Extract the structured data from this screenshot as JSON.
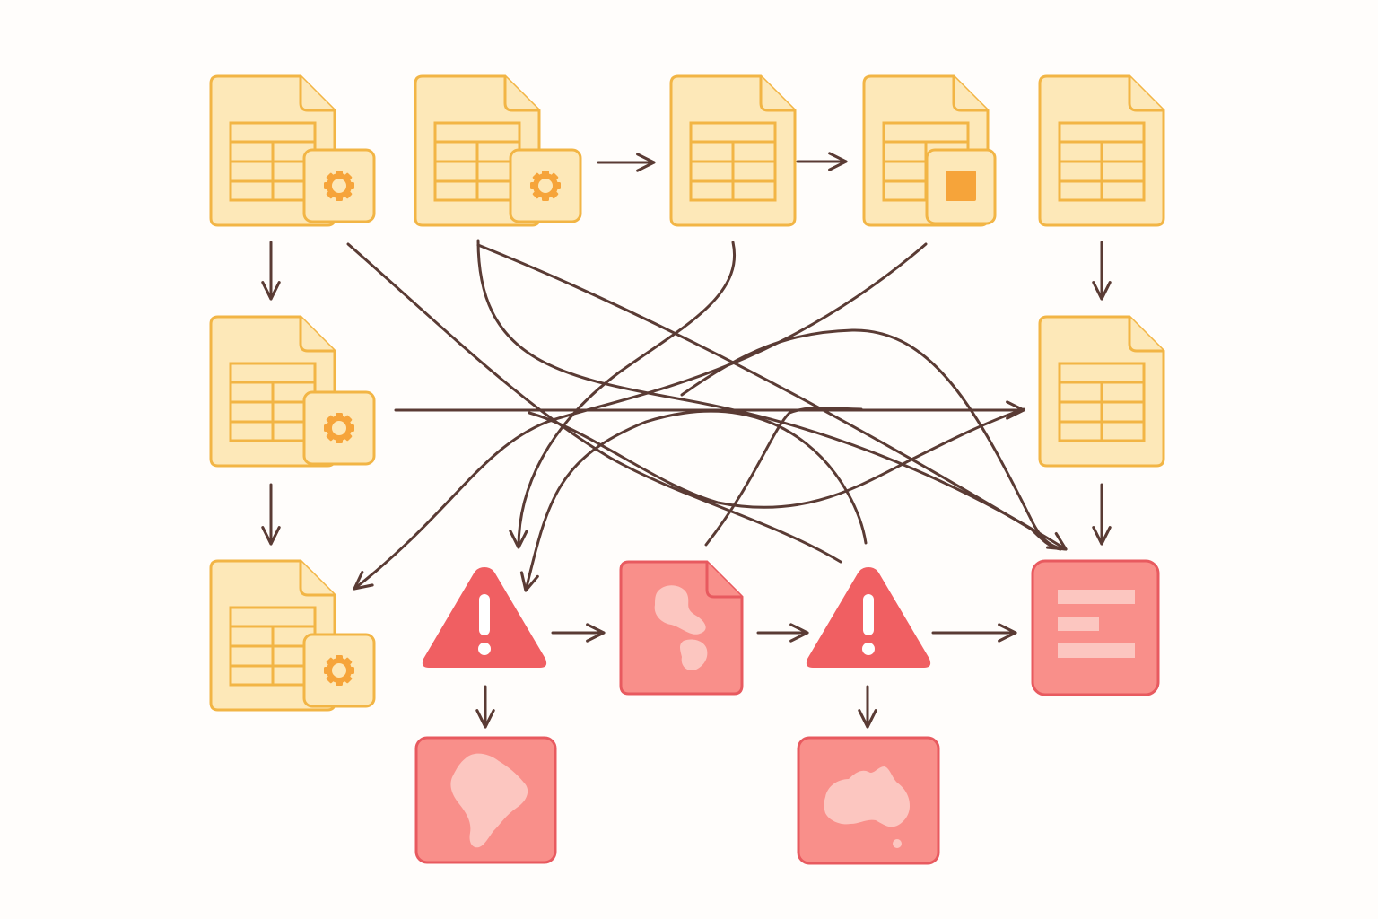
{
  "diagram": {
    "nodes": [
      {
        "id": "sheet-gear-1",
        "kind": "spreadsheet-gear",
        "status": "ok"
      },
      {
        "id": "sheet-gear-2",
        "kind": "spreadsheet-gear",
        "status": "ok"
      },
      {
        "id": "sheet-3",
        "kind": "spreadsheet",
        "status": "ok"
      },
      {
        "id": "sheet-block-4",
        "kind": "spreadsheet-block",
        "status": "ok"
      },
      {
        "id": "sheet-5",
        "kind": "spreadsheet",
        "status": "ok"
      },
      {
        "id": "sheet-gear-6",
        "kind": "spreadsheet-gear",
        "status": "ok"
      },
      {
        "id": "sheet-7",
        "kind": "spreadsheet",
        "status": "ok"
      },
      {
        "id": "sheet-gear-8",
        "kind": "spreadsheet-gear",
        "status": "ok"
      },
      {
        "id": "warning-1",
        "kind": "warning",
        "status": "error"
      },
      {
        "id": "map-file-1",
        "kind": "map-file",
        "status": "error"
      },
      {
        "id": "warning-2",
        "kind": "warning",
        "status": "error"
      },
      {
        "id": "report-1",
        "kind": "report",
        "status": "error"
      },
      {
        "id": "map-south-america",
        "kind": "map-south-america",
        "status": "error"
      },
      {
        "id": "map-australia",
        "kind": "map-australia",
        "status": "error"
      }
    ],
    "edges": [
      {
        "from": "sheet-gear-2",
        "to": "sheet-3"
      },
      {
        "from": "sheet-3",
        "to": "sheet-block-4"
      },
      {
        "from": "sheet-gear-1",
        "to": "sheet-gear-6"
      },
      {
        "from": "sheet-gear-6",
        "to": "sheet-gear-8"
      },
      {
        "from": "sheet-5",
        "to": "sheet-7"
      },
      {
        "from": "sheet-7",
        "to": "report-1"
      },
      {
        "from": "warning-1",
        "to": "map-file-1"
      },
      {
        "from": "map-file-1",
        "to": "warning-2"
      },
      {
        "from": "warning-2",
        "to": "report-1"
      },
      {
        "from": "warning-1",
        "to": "map-south-america"
      },
      {
        "from": "warning-2",
        "to": "map-australia"
      },
      {
        "from": "sheet-gear-6",
        "to": "sheet-7"
      },
      {
        "from": "sheet-3",
        "to": "warning-1"
      },
      {
        "from": "sheet-block-4",
        "to": "sheet-gear-8"
      },
      {
        "from": "sheet-gear-1",
        "to": "warning-2"
      },
      {
        "from": "sheet-gear-2",
        "to": "report-1"
      },
      {
        "from": "sheet-gear-2",
        "to": "report-1"
      },
      {
        "from": "warning-2",
        "to": "warning-1"
      },
      {
        "from": "map-file-1",
        "to": "sheet-7"
      }
    ]
  },
  "colors": {
    "sheet_fill": "#fde8b8",
    "sheet_stroke": "#f2b545",
    "sheet_accent": "#f6a43a",
    "error_fill": "#f98f8a",
    "error_stroke": "#e85a5f",
    "error_light": "#fcc6c0",
    "warning_fill": "#f05f62",
    "arrow": "#5a3b34",
    "background": "#fffdfb"
  }
}
